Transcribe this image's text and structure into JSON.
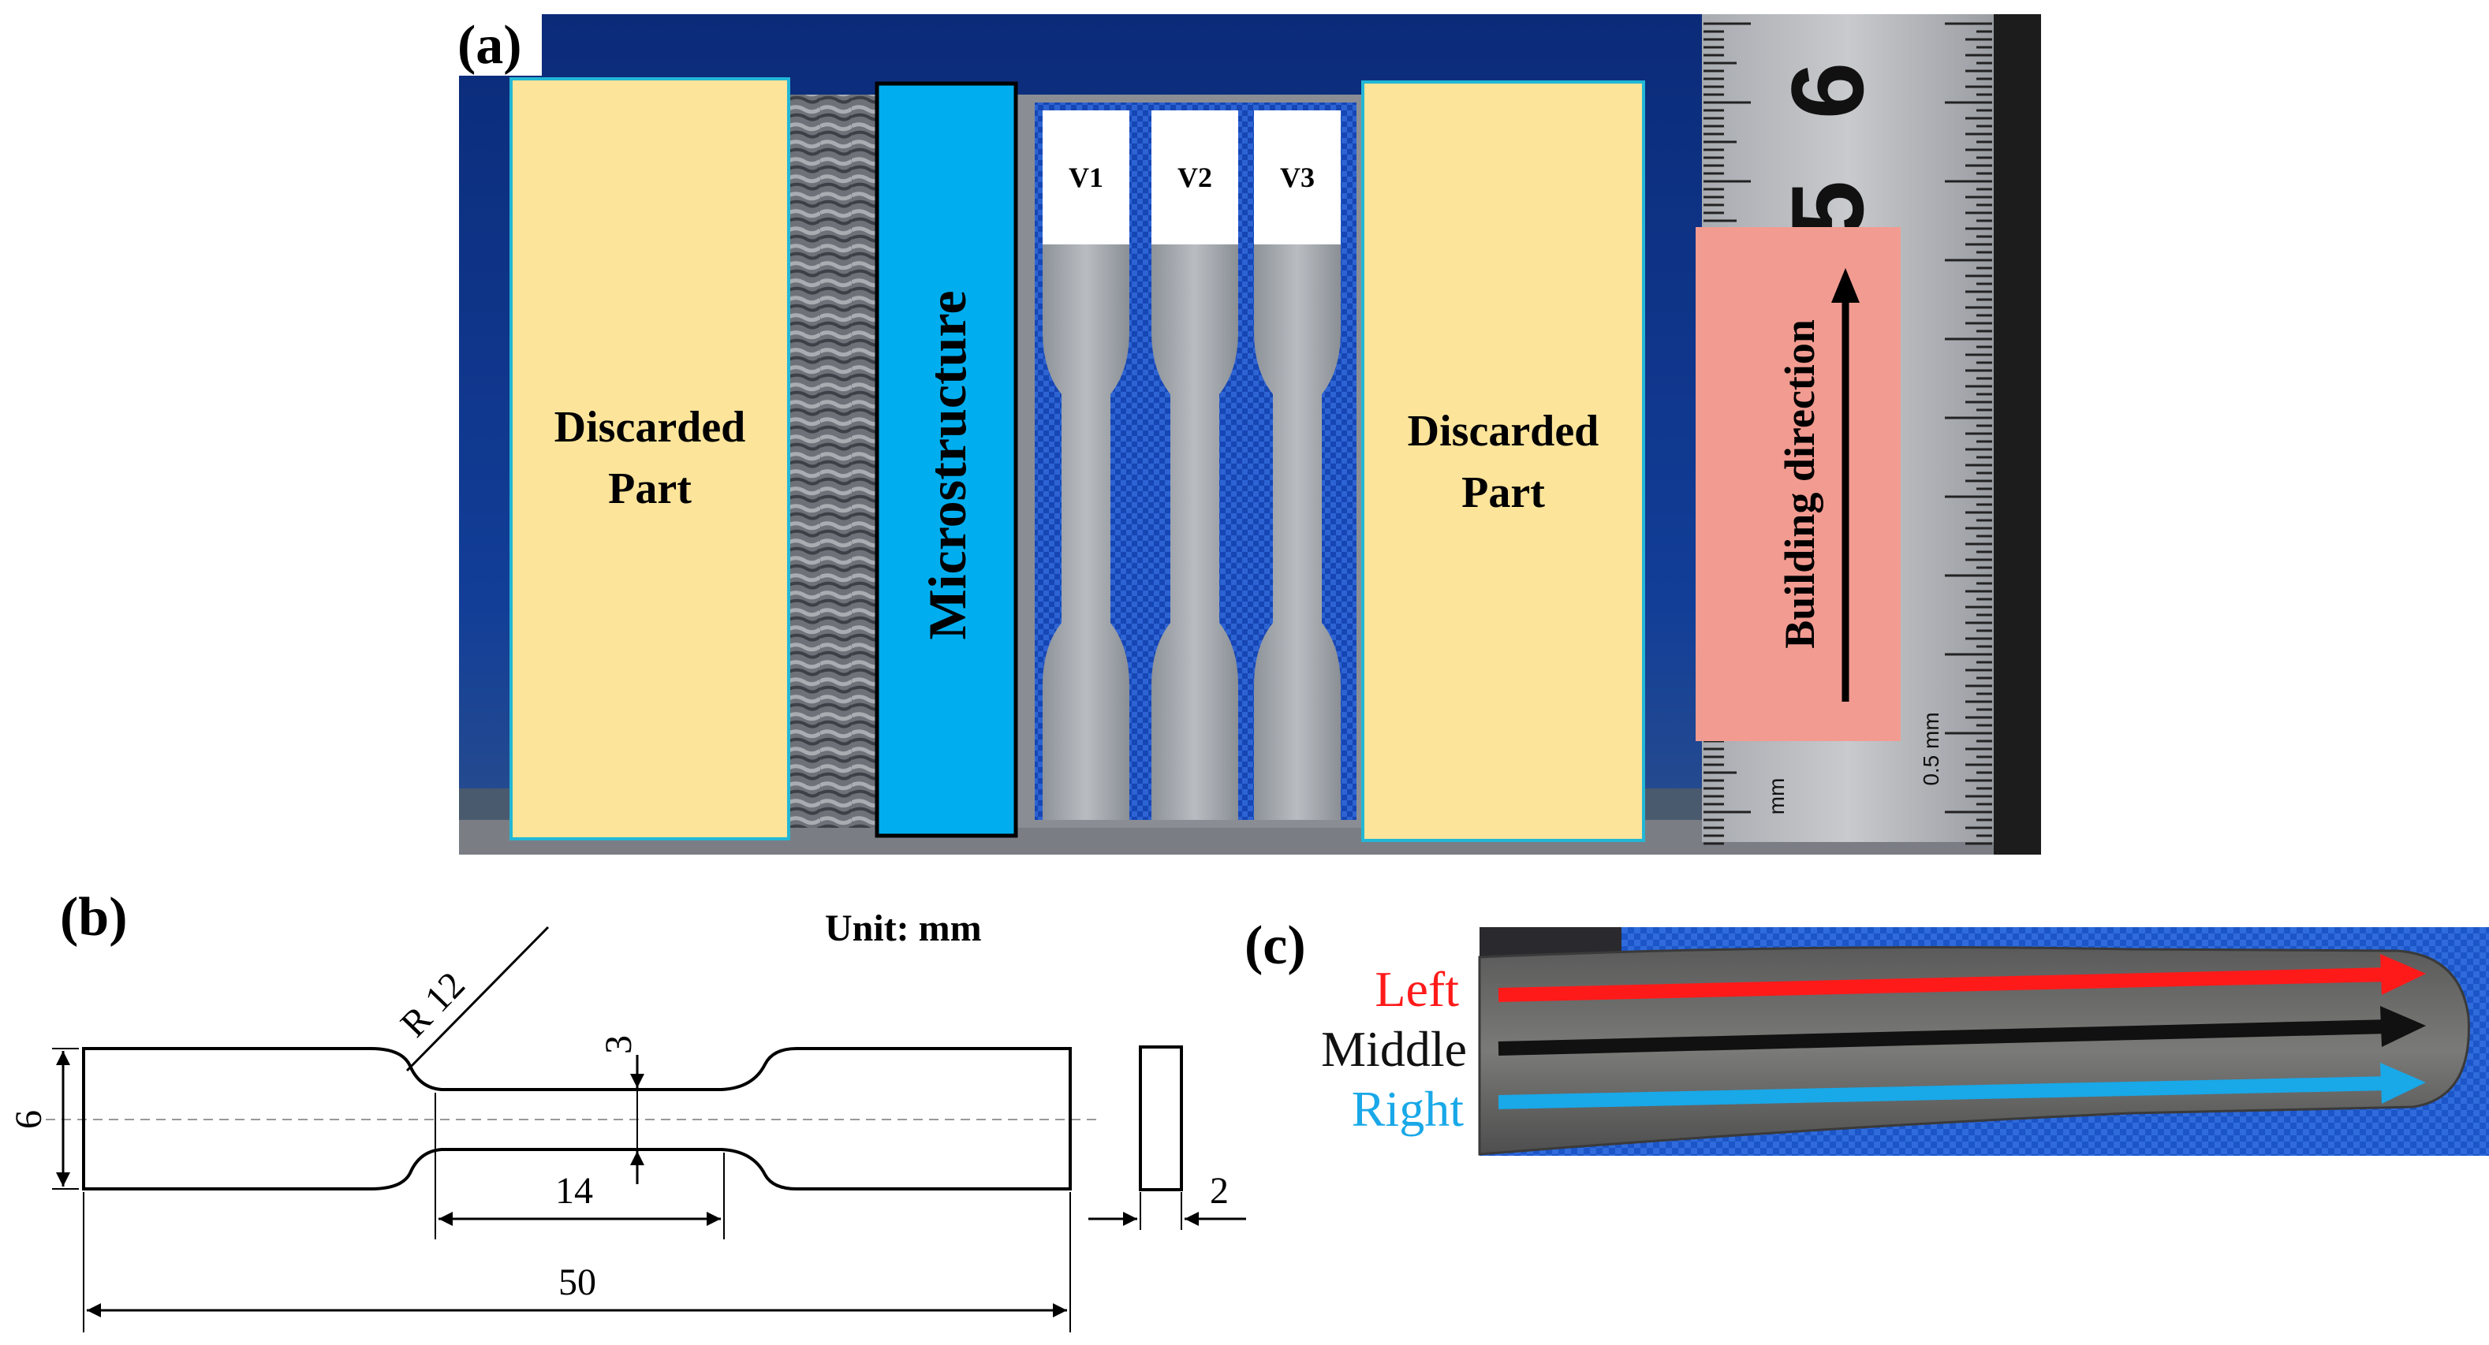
{
  "panel_a": {
    "label": "(a)",
    "left_discarded": {
      "line1": "Discarded",
      "line2": "Part",
      "fill": "#FCE49A"
    },
    "microstructure": {
      "label": "Microstructure",
      "fill": "#00AEEF"
    },
    "specimens": [
      "V1",
      "V2",
      "V3"
    ],
    "right_discarded": {
      "line1": "Discarded",
      "line2": "Part",
      "fill": "#FCE49A"
    },
    "building_direction": {
      "label": "Building direction",
      "fill": "#F29B91"
    },
    "ruler": {
      "digit_top": "6",
      "digit_mid": "5",
      "unit_left": "mm",
      "unit_right": "0.5 mm"
    }
  },
  "panel_b": {
    "label": "(b)",
    "unit": "Unit: mm",
    "dims": {
      "radius": "R 12",
      "thickness_gauge": "3",
      "width": "6",
      "gauge_length": "14",
      "total_length": "50",
      "thickness": "2"
    }
  },
  "panel_c": {
    "label": "(c)",
    "left": {
      "text": "Left",
      "color": "#FF1A1A"
    },
    "middle": {
      "text": "Middle",
      "color": "#111111"
    },
    "right": {
      "text": "Right",
      "color": "#19A8E8"
    }
  }
}
